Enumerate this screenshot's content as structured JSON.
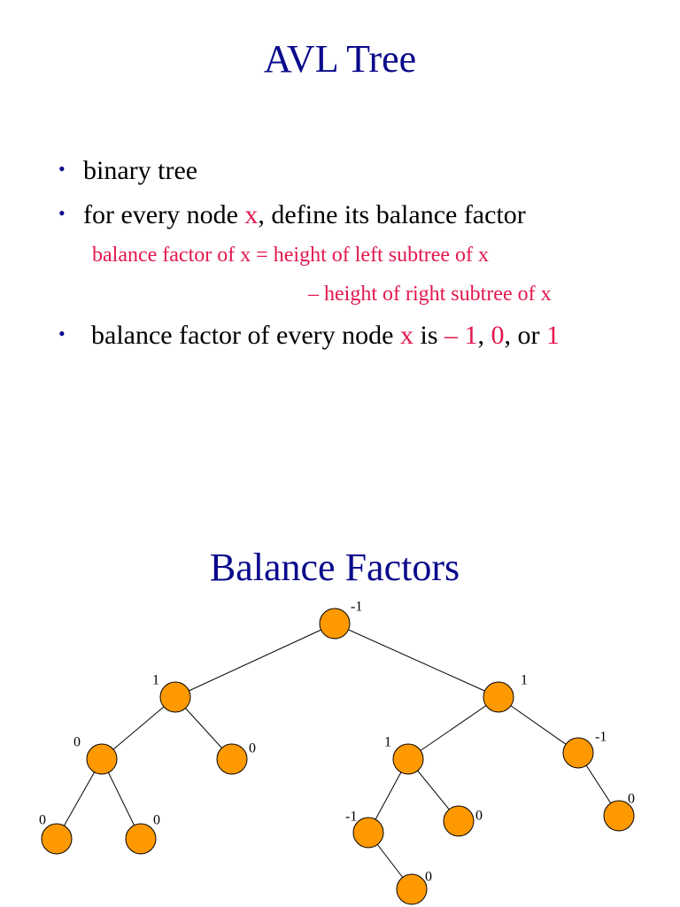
{
  "slide1": {
    "title": "AVL Tree",
    "bullet1": "binary tree",
    "bullet2": {
      "pre": "for every node ",
      "var": "x",
      "post": ", define its balance factor"
    },
    "def_line1": "balance factor of x = height of left subtree of x",
    "def_line2": "– height of right subtree of x",
    "bullet3": {
      "pre": "balance factor of every node ",
      "var": "x",
      "mid": " is ",
      "v1": "– 1",
      "sep1": ", ",
      "v2": "0",
      "sep2": ", or ",
      "v3": "1"
    },
    "bullet_glyph": "•"
  },
  "slide2": {
    "title": "Balance Factors",
    "tree": {
      "node_color": "#ff9900",
      "node_stroke": "#000000",
      "nodes": [
        {
          "id": "n0",
          "label": "-1"
        },
        {
          "id": "n1",
          "label": "1"
        },
        {
          "id": "n2",
          "label": "1"
        },
        {
          "id": "n3",
          "label": "0"
        },
        {
          "id": "n4",
          "label": "0"
        },
        {
          "id": "n5",
          "label": "0"
        },
        {
          "id": "n6",
          "label": "0"
        },
        {
          "id": "n7",
          "label": "1"
        },
        {
          "id": "n8",
          "label": "-1"
        },
        {
          "id": "n9",
          "label": "-1"
        },
        {
          "id": "n10",
          "label": "0"
        },
        {
          "id": "n11",
          "label": "0"
        },
        {
          "id": "n12",
          "label": "0"
        }
      ],
      "edges": [
        [
          "n0",
          "n1"
        ],
        [
          "n0",
          "n2"
        ],
        [
          "n1",
          "n3"
        ],
        [
          "n1",
          "n4"
        ],
        [
          "n3",
          "n5"
        ],
        [
          "n3",
          "n6"
        ],
        [
          "n2",
          "n7"
        ],
        [
          "n2",
          "n8"
        ],
        [
          "n7",
          "n9"
        ],
        [
          "n7",
          "n10"
        ],
        [
          "n8",
          "n12"
        ],
        [
          "n9",
          "n11"
        ]
      ]
    }
  }
}
